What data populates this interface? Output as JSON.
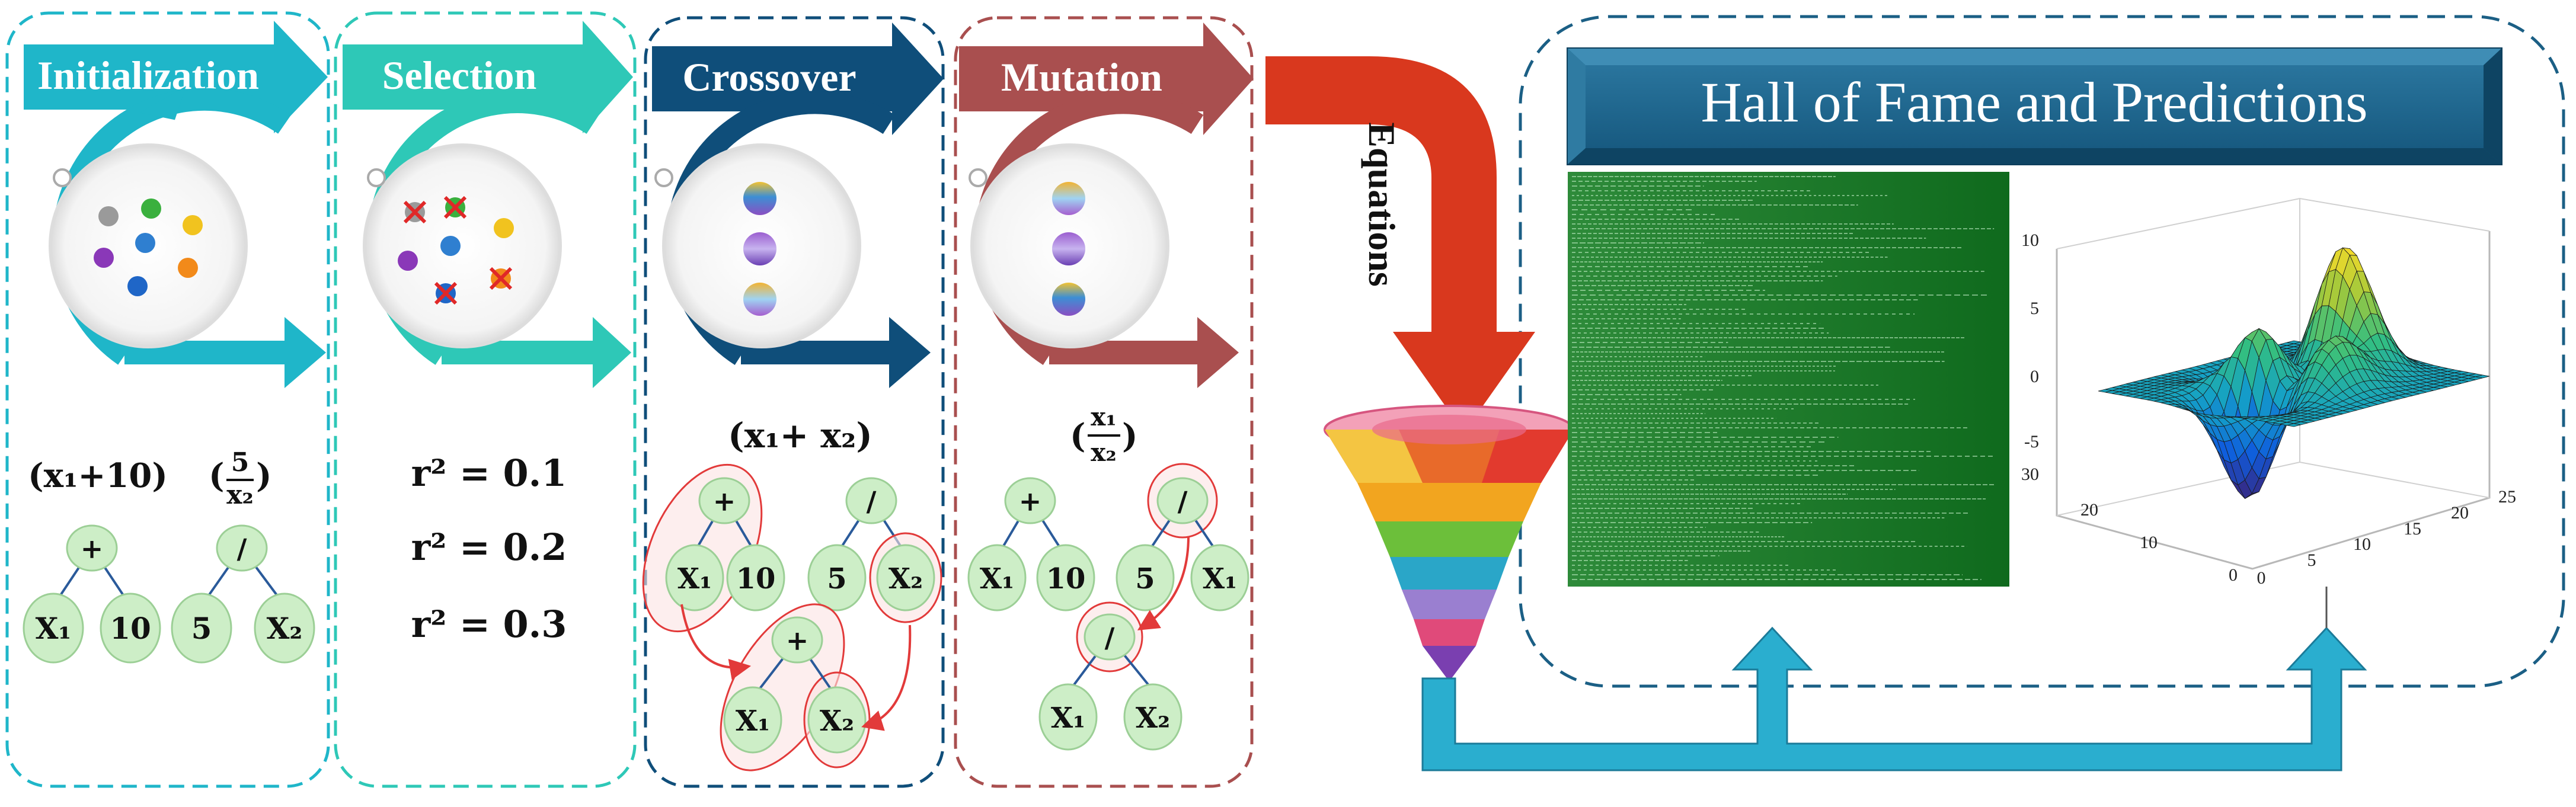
{
  "stages": [
    {
      "label": "Initialization",
      "color": "#1fb6c9"
    },
    {
      "label": "Selection",
      "color": "#2ec8b7"
    },
    {
      "label": "Crossover",
      "color": "#0f4e7a"
    },
    {
      "label": "Mutation",
      "color": "#a94f4f"
    }
  ],
  "equations_label": "Equations",
  "hall_title": "Hall of Fame and Predictions",
  "init": {
    "expr1": "(x₁+10)",
    "expr2_num": "5",
    "expr2_den": "x₂",
    "tree1": {
      "root": "+",
      "left": "X₁",
      "right": "10"
    },
    "tree2": {
      "root": "/",
      "left": "5",
      "right": "X₂"
    }
  },
  "selection": {
    "r2": [
      "r² = 0.1",
      "r² = 0.2",
      "r² = 0.3"
    ]
  },
  "crossover": {
    "expr": "(x₁+ x₂)",
    "tree1": {
      "root": "+",
      "left": "X₁",
      "right": "10"
    },
    "tree2": {
      "root": "/",
      "left": "5",
      "right": "X₂"
    },
    "child": {
      "root": "+",
      "left": "X₁",
      "right": "X₂"
    }
  },
  "mutation": {
    "expr_num": "x₁",
    "expr_den": "x₂",
    "tree1": {
      "root": "+",
      "left": "X₁",
      "right": "10"
    },
    "tree2": {
      "root": "/",
      "left": "5",
      "right": "X₁"
    },
    "child": {
      "root": "/",
      "left": "X₁",
      "right": "X₂"
    }
  },
  "surface_axes": {
    "z_ticks": [
      "10",
      "5",
      "0",
      "-5"
    ],
    "y_ticks": [
      "30",
      "20",
      "10",
      "0"
    ],
    "x_ticks": [
      "0",
      "5",
      "10",
      "15",
      "20",
      "25"
    ]
  },
  "colors": {
    "teal": "#1fb6c9",
    "mint": "#2ec8b7",
    "navy": "#0f4e7a",
    "maroon": "#a94f4f",
    "funnel_arrow": "#d9381e",
    "node_fill": "#cdeec7",
    "terminal_green": "#1f7a2a",
    "hall_banner": "#1b5f85",
    "connector": "#2aaecf"
  }
}
